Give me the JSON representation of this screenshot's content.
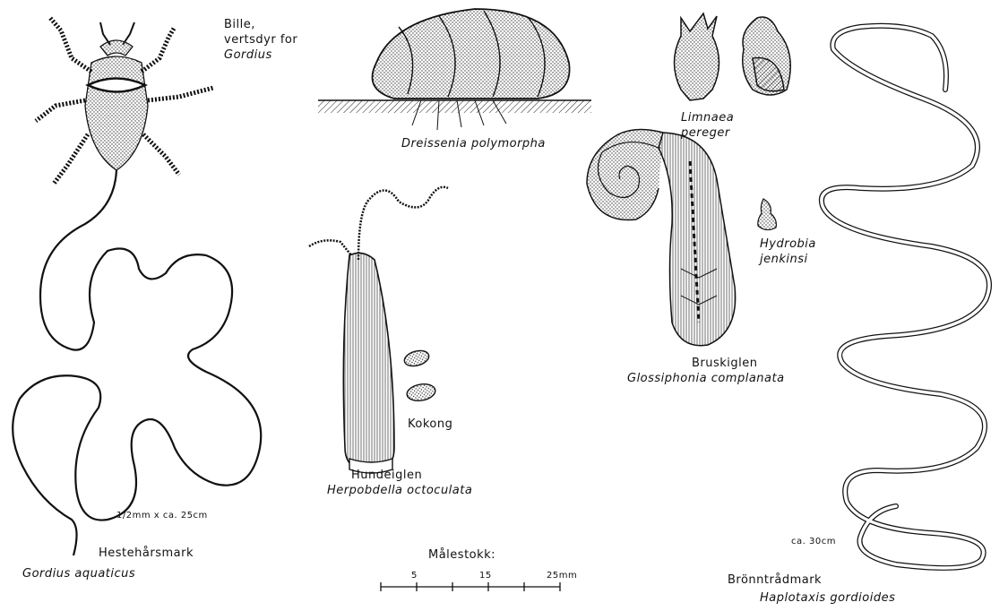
{
  "labels": {
    "bille_1": "Bille,",
    "bille_2": "vertsdyr for",
    "bille_3": "Gordius",
    "dreissenia": "Dreissenia polymorpha",
    "limnaea_1": "Limnaea",
    "limnaea_2": "pereger",
    "hydrobia_1": "Hydrobia",
    "hydrobia_2": "jenkinsi",
    "bruskiglen": "Bruskiglen",
    "glossiphonia": "Glossiphonia complanata",
    "kokong": "Kokong",
    "hundeiglen": "Hundeiglen",
    "herpobdella": "Herpobdella octoculata",
    "gordius_size": "1/2mm x ca. 25cm",
    "hestehars": "Hestehårsmark",
    "gordius": "Gordius aquaticus",
    "malestokk": "Målestokk:",
    "haplotaxis_size": "ca. 30cm",
    "bronntrad": "Brönntrådmark",
    "haplotaxis": "Haplotaxis gordioides"
  },
  "scale_bar": {
    "ticks": [
      "5",
      "15",
      "25mm"
    ]
  }
}
